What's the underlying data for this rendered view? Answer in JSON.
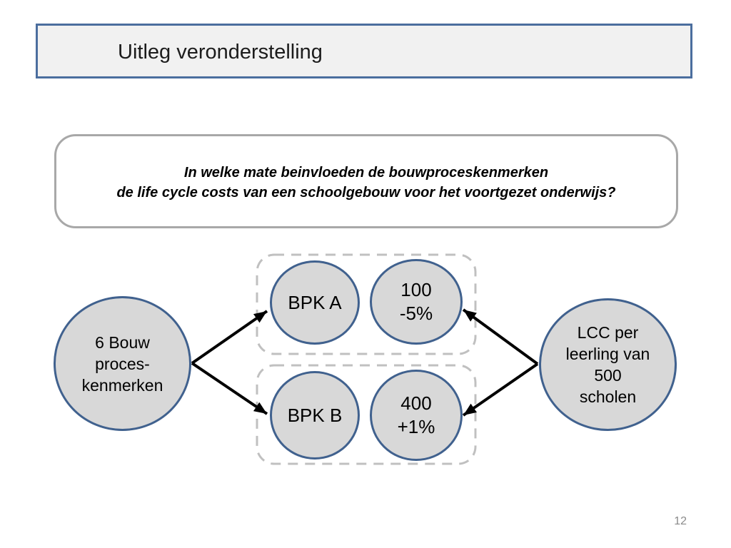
{
  "slide": {
    "title": "Uitleg veronderstelling",
    "page_number": "12"
  },
  "question": {
    "line1": "In welke mate beinvloeden de bouwproceskenmerken",
    "line2": "de life cycle costs van een schoolgebouw voor het voortgezet onderwijs?"
  },
  "diagram": {
    "left_node": {
      "line1": "6 Bouw",
      "line2": "proces-",
      "line3": "kenmerken"
    },
    "group_a": {
      "bpk_label": "BPK A",
      "value_line1": "100",
      "value_line2": "-5%"
    },
    "group_b": {
      "bpk_label": "BPK B",
      "value_line1": "400",
      "value_line2": "+1%"
    },
    "right_node": {
      "line1": "LCC per",
      "line2": "leerling van",
      "line3": "500",
      "line4": "scholen"
    }
  },
  "colors": {
    "node_fill": "#d8d8d8",
    "node_border": "#40618e",
    "title_box_fill": "#f1f1f1",
    "title_box_border": "#4b6e9e",
    "question_box_border": "#a8a8a8",
    "dashed_group_border": "#c0c0c0",
    "arrow": "#000000",
    "page_number_text": "#8a8a8a"
  }
}
